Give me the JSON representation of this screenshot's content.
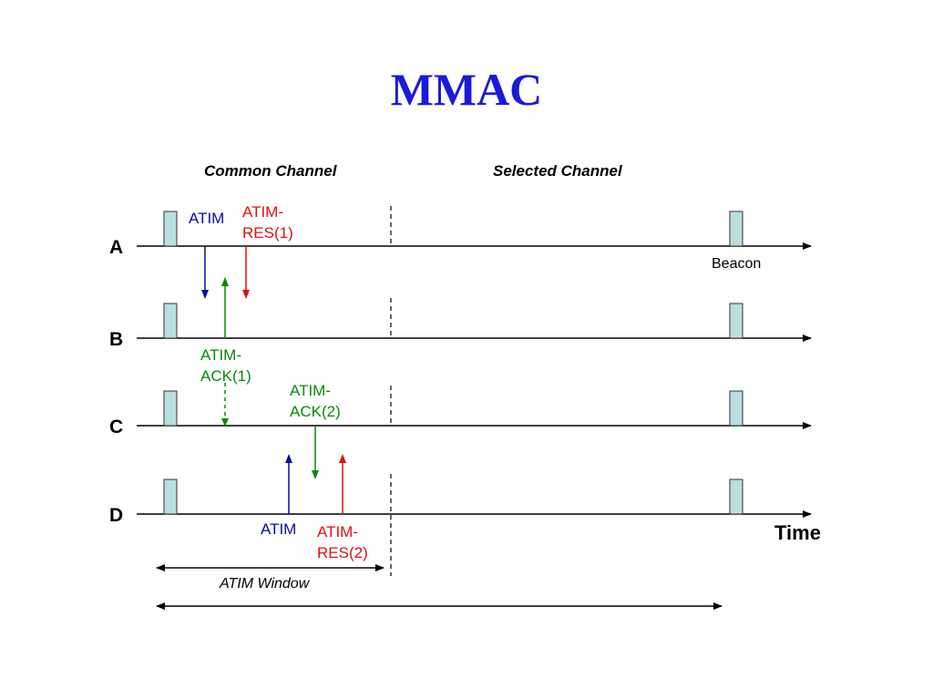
{
  "title": "MMAC",
  "headers": {
    "common": "Common Channel",
    "selected": "Selected Channel"
  },
  "nodes": [
    "A",
    "B",
    "C",
    "D"
  ],
  "labels": {
    "atim_a": "ATIM",
    "atim_res1_l1": "ATIM-",
    "atim_res1_l2": "RES(1)",
    "beacon": "Beacon",
    "atim_ack1_l1": "ATIM-",
    "atim_ack1_l2": "ACK(1)",
    "atim_ack2_l1": "ATIM-",
    "atim_ack2_l2": "ACK(2)",
    "atim_d": "ATIM",
    "atim_res2_l1": "ATIM-",
    "atim_res2_l2": "RES(2)",
    "time": "Time",
    "atim_window": "ATIM Window"
  },
  "colors": {
    "title": "#1a1adb",
    "atim": "#0a0aa8",
    "res": "#e01010",
    "ack": "#078a07",
    "beacon_fill": "#b9dfe2"
  }
}
